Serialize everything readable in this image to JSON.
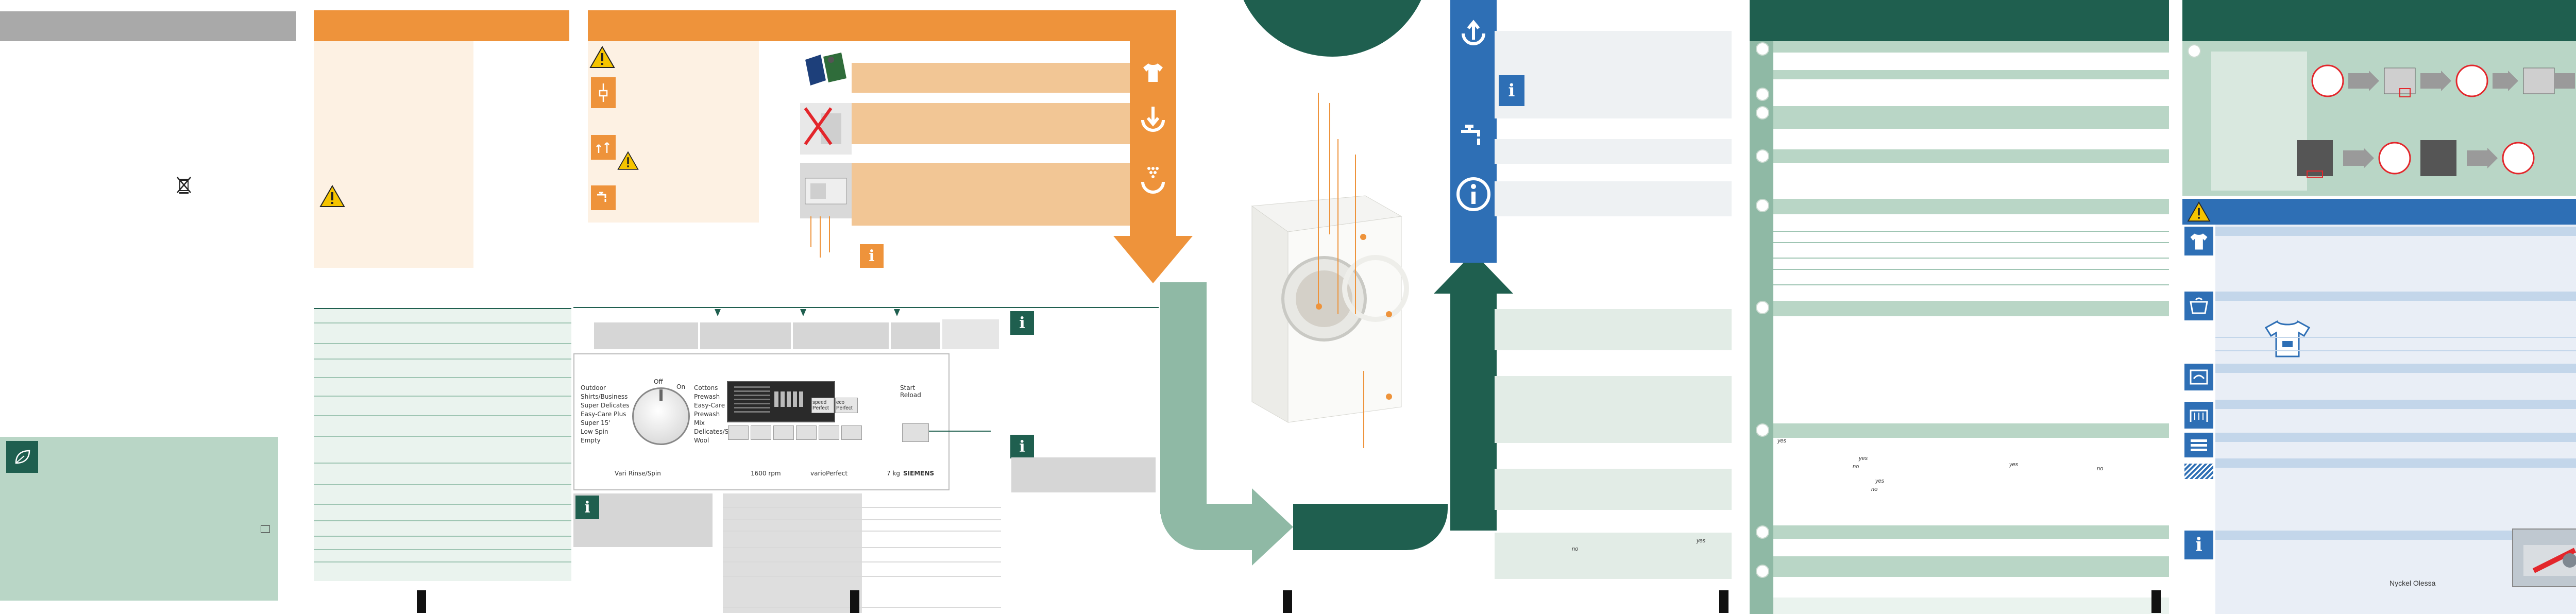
{
  "panel_machine": {
    "knob_positions": [
      "Off",
      "On"
    ],
    "programmes_left": [
      "Outdoor",
      "Shirts/Business",
      "Super Delicates",
      "Easy-Care Plus",
      "Super 15'",
      "Low Spin",
      "Empty"
    ],
    "programmes_right": [
      "Cottons",
      "Prewash",
      "Easy-Care",
      "Prewash",
      "Mix",
      "Delicates/Silk",
      "Wool"
    ],
    "display_buttons": [
      "speed Perfect",
      "eco Perfect"
    ],
    "start_label": "Start Reload",
    "bottom_labels": [
      "Vari Rinse/Spin",
      "1600 rpm",
      "varioPerfect",
      "7 kg",
      "SIEMENS"
    ]
  },
  "decision_words": [
    "yes",
    "no",
    "yes",
    "no",
    "yes",
    "yes",
    "no",
    "no",
    "yes"
  ],
  "last_panel": {
    "caption": "Nyckel Olessa"
  },
  "colors": {
    "orange": "#ee933b",
    "green_dark": "#1f5f4f",
    "green_light": "#b9d6c6",
    "blue": "#2e6fb5"
  },
  "icons": {
    "recycle": "crossed-bin-icon",
    "warning": "warning-triangle-icon",
    "info": "info-icon",
    "tshirt": "tshirt-icon",
    "download": "download-arrow-icon",
    "detergent": "detergent-dots-icon",
    "tap": "water-tap-icon",
    "upload": "upload-arrow-icon",
    "leaf": "eco-leaf-icon"
  }
}
